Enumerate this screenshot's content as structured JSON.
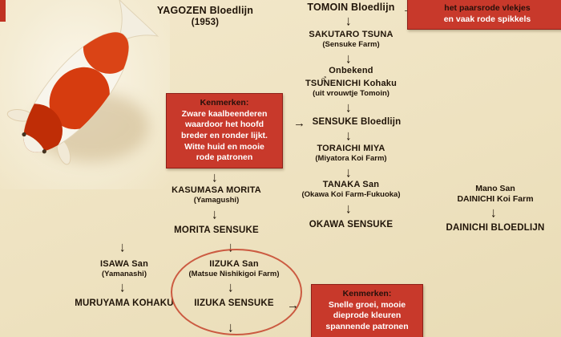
{
  "colors": {
    "background": "#eee2c0",
    "accent_red": "#c8392b",
    "text": "#201408",
    "ellipse_red": "#c5432c"
  },
  "headers": {
    "yagozen_title": "YAGOZEN Bloedlijn",
    "yagozen_year": "(1953)",
    "tomoin_title": "TOMOIN Bloedlijn"
  },
  "icons": {
    "down_arrow": "↓",
    "right_arrow": "→",
    "male": "♂"
  },
  "callouts": {
    "top_right": {
      "lines": [
        "het paarsrode vlekjes",
        "en vaak rode spikkels"
      ]
    },
    "left": {
      "title": "Kenmerken:",
      "lines": [
        "Zware kaalbeenderen",
        "waardoor het hoofd",
        "breder en ronder lijkt.",
        "Witte huid en mooie",
        "rode patronen"
      ]
    },
    "bottom": {
      "title": "Kenmerken:",
      "lines": [
        "Snelle groei, mooie",
        "dieprode kleuren",
        "spannende patronen"
      ]
    }
  },
  "nodes": {
    "sakutaro": {
      "name": "SAKUTARO TSUNA",
      "sub": "(Sensuke Farm)"
    },
    "onbekend": {
      "name": "Onbekend"
    },
    "tsunenichi": {
      "name": "TSUNENICHI Kohaku",
      "sub": "(uit vrouwtje Tomoin)"
    },
    "sensuke": {
      "name": "SENSUKE Bloedlijn"
    },
    "toraichi": {
      "name": "TORAICHI MIYA",
      "sub": "(Miyatora Koi Farm)"
    },
    "tanaka": {
      "name": "TANAKA San",
      "sub": "(Okawa Koi Farm-Fukuoka)"
    },
    "okawa": {
      "name": "OKAWA SENSUKE"
    },
    "kasumasa": {
      "name": "KASUMASA MORITA",
      "sub": "(Yamagushi)"
    },
    "morita": {
      "name": "MORITA SENSUKE"
    },
    "isawa": {
      "name": "ISAWA San",
      "sub": "(Yamanashi)"
    },
    "muruyama": {
      "name": "MURUYAMA KOHAKU"
    },
    "iizuka_san": {
      "name": "IIZUKA San",
      "sub": "(Matsue Nishikigoi Farm)"
    },
    "iizuka_sensuke": {
      "name": "IIZUKA SENSUKE"
    },
    "mano": {
      "name": "Mano San",
      "sub": "DAINICHI Koi Farm"
    },
    "dainichi": {
      "name": "DAINICHI BLOEDLIJN"
    }
  }
}
